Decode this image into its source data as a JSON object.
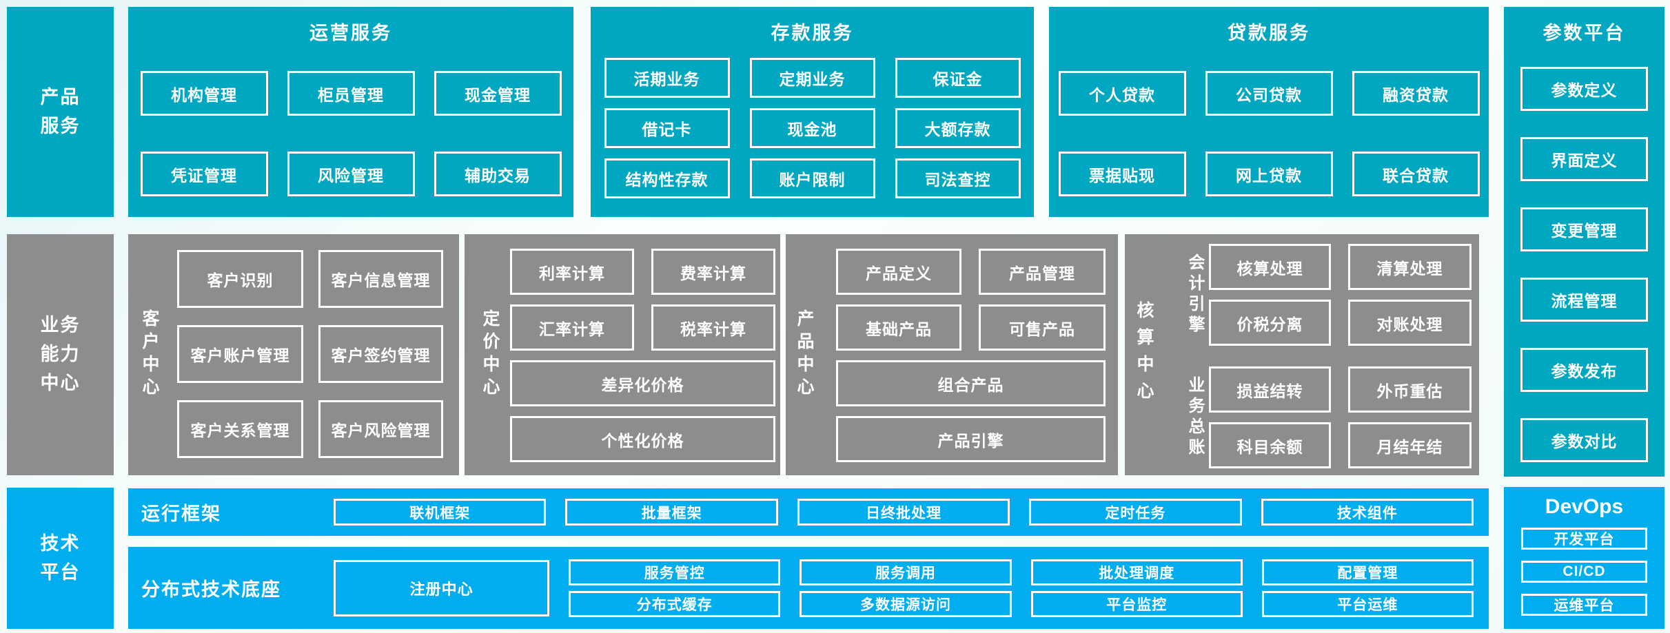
{
  "colors": {
    "teal": "#00a7c1",
    "gray": "#8d8d8d",
    "blue": "#00adee",
    "background": "#f2fafa",
    "box_border": "#ffffff"
  },
  "row_product": {
    "label": "产品\n服务",
    "operations": {
      "title": "运营服务",
      "boxes": [
        "机构管理",
        "柜员管理",
        "现金管理",
        "凭证管理",
        "风险管理",
        "辅助交易"
      ]
    },
    "deposit": {
      "title": "存款服务",
      "boxes": [
        "活期业务",
        "定期业务",
        "保证金",
        "借记卡",
        "现金池",
        "大额存款",
        "结构性存款",
        "账户限制",
        "司法查控"
      ]
    },
    "loan": {
      "title": "贷款服务",
      "boxes": [
        "个人贷款",
        "公司贷款",
        "融资贷款",
        "票据贴现",
        "网上贷款",
        "联合贷款"
      ]
    }
  },
  "param_platform": {
    "title": "参数平台",
    "boxes": [
      "参数定义",
      "界面定义",
      "变更管理",
      "流程管理",
      "参数发布",
      "参数对比"
    ]
  },
  "row_business": {
    "label": "业务\n能力\n中心",
    "customer": {
      "label": "客户中心",
      "boxes": [
        "客户识别",
        "客户信息管理",
        "客户账户管理",
        "客户签约管理",
        "客户关系管理",
        "客户风险管理"
      ]
    },
    "pricing": {
      "label": "定价中心",
      "boxes_small": [
        "利率计算",
        "费率计算",
        "汇率计算",
        "税率计算"
      ],
      "boxes_wide": [
        "差异化价格",
        "个性化价格"
      ]
    },
    "product": {
      "label": "产品中心",
      "boxes_small": [
        "产品定义",
        "产品管理",
        "基础产品",
        "可售产品"
      ],
      "boxes_wide": [
        "组合产品",
        "产品引擎"
      ]
    },
    "accounting": {
      "label": "核算中心",
      "groups": [
        {
          "label": "会计引擎",
          "boxes": [
            "核算处理",
            "清算处理",
            "价税分离",
            "对账处理"
          ]
        },
        {
          "label": "业务总账",
          "boxes": [
            "损益结转",
            "外币重估",
            "科目余额",
            "月结年结"
          ]
        }
      ]
    }
  },
  "row_tech": {
    "label": "技术\n平台",
    "runtime": {
      "label": "运行框架",
      "boxes": [
        "联机框架",
        "批量框架",
        "日终批处理",
        "定时任务",
        "技术组件"
      ]
    },
    "distributed": {
      "label": "分布式技术底座",
      "registry": "注册中心",
      "pairs": [
        [
          "服务管控",
          "分布式缓存"
        ],
        [
          "服务调用",
          "多数据源访问"
        ],
        [
          "批处理调度",
          "平台监控"
        ],
        [
          "配置管理",
          "平台运维"
        ]
      ]
    }
  },
  "devops": {
    "title": "DevOps",
    "boxes": [
      "开发平台",
      "CI/CD",
      "运维平台"
    ]
  }
}
